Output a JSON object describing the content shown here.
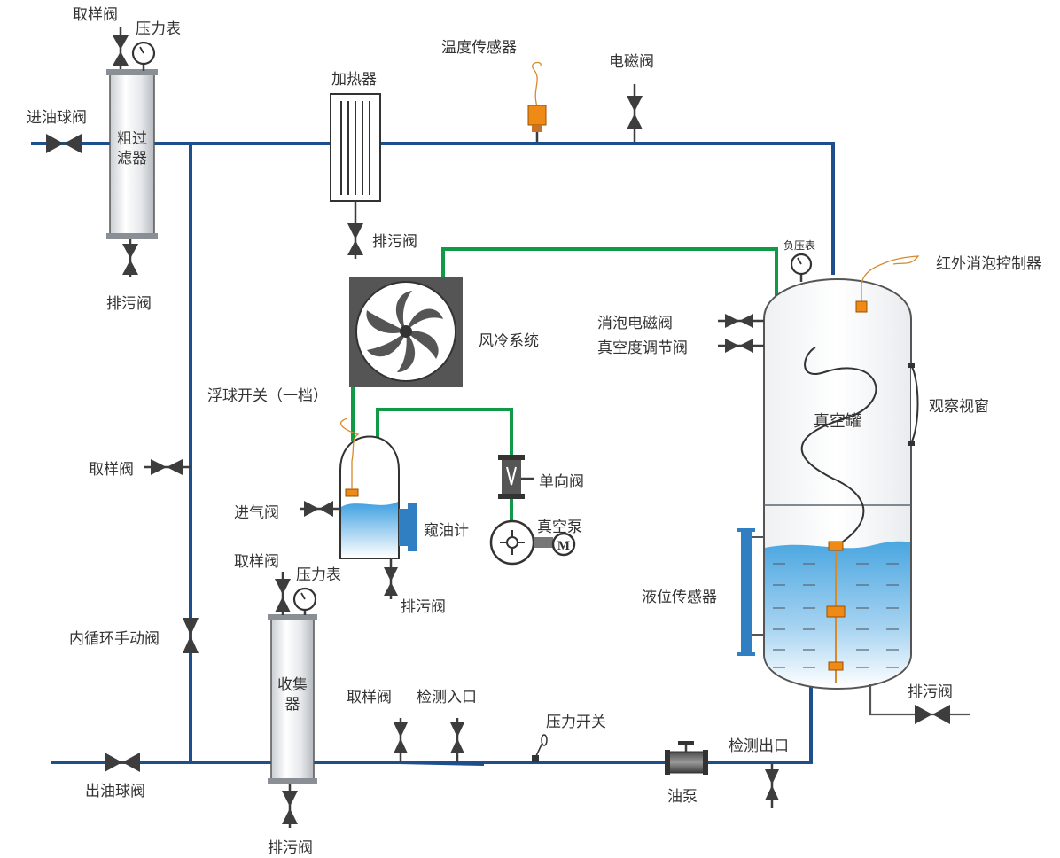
{
  "labels": {
    "sampling_valve_top": "取样阀",
    "pressure_gauge_top": "压力表",
    "oil_inlet_ball_valve": "进油球阀",
    "coarse_filter": [
      "粗过",
      "滤器"
    ],
    "drain_valve_filter": "排污阀",
    "heater": "加热器",
    "drain_valve_heater": "排污阀",
    "temperature_sensor": "温度传感器",
    "solenoid_valve": "电磁阀",
    "negative_pressure_gauge": "负压表",
    "infrared_defoam_controller": "红外消泡控制器",
    "defoam_solenoid_valve": "消泡电磁阀",
    "vacuum_adjust_valve": "真空度调节阀",
    "air_cooling_system": "风冷系统",
    "observation_window": "观察视窗",
    "vacuum_tank": "真空罐",
    "float_switch": "浮球开关（一档）",
    "check_valve": "单向阀",
    "sampling_valve_mid": "取样阀",
    "air_inlet_valve": "进气阀",
    "sight_glass": "窥油计",
    "vacuum_pump": "真空泵",
    "drain_valve_float": "排污阀",
    "sampling_valve_collector": "取样阀",
    "pressure_gauge_collector": "压力表",
    "liquid_level_sensor": "液位传感器",
    "internal_circulation_valve": "内循环手动阀",
    "collector": [
      "收集",
      "器"
    ],
    "sampling_valve_bottom": "取样阀",
    "test_inlet": "检测入口",
    "pressure_switch": "压力开关",
    "test_outlet": "检测出口",
    "drain_valve_tank": "排污阀",
    "oil_outlet_ball_valve": "出油球阀",
    "oil_pump": "油泵",
    "drain_valve_collector": "排污阀",
    "motor_letter": "M"
  },
  "colors": {
    "oil_pipe": "#1f4e8c",
    "air_pipe": "#119a45",
    "valve": "#3d3d3d",
    "sensor": "#ef8a16",
    "liquid_top": "#4aa6e0",
    "fan_body": "#555555"
  },
  "icons": [
    "ball-valve-icon",
    "gauge-icon",
    "fan-icon",
    "pump-icon",
    "motor-icon",
    "sensor-icon"
  ]
}
